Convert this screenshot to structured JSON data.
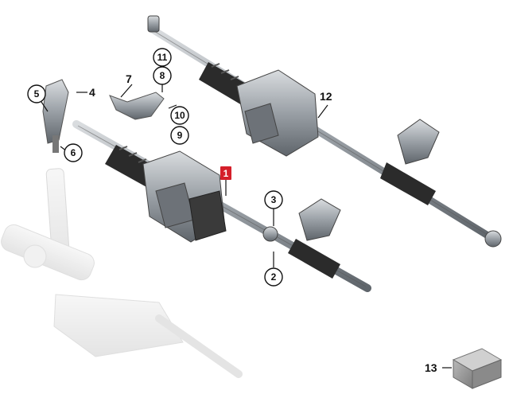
{
  "callouts": {
    "c1": "1",
    "c2": "2",
    "c3": "3",
    "c4": "4",
    "c5": "5",
    "c6": "6",
    "c7": "7",
    "c8": "8",
    "c9": "9",
    "c10": "10",
    "c11": "11",
    "c12": "12",
    "c13": "13"
  },
  "colors": {
    "highlight": "#d51f2a",
    "metal": "#9aa0a6",
    "dark": "#3a3a3a"
  }
}
